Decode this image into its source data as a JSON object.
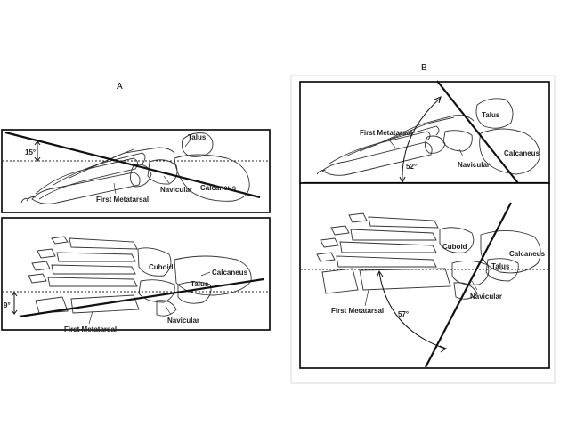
{
  "panels": {
    "a": {
      "letter": "A",
      "lateral": {
        "angle": "15°",
        "labels": {
          "talus": "Talus",
          "calcaneus": "Calcaneus",
          "navicular": "Navicular",
          "first_metatarsal": "First Metatarsal"
        }
      },
      "dorsal": {
        "angle": "9°",
        "labels": {
          "cuboid": "Cuboid",
          "calcaneus": "Calcaneus",
          "talus": "Talus",
          "navicular": "Navicular",
          "first_metatarsal": "First Metatarsal"
        }
      }
    },
    "b": {
      "letter": "B",
      "lateral": {
        "angle": "52°",
        "labels": {
          "first_metatarsal": "First Metatarsal",
          "talus": "Talus",
          "calcaneus": "Calcaneus",
          "navicular": "Navicular"
        }
      },
      "dorsal": {
        "angle": "57°",
        "labels": {
          "cuboid": "Cuboid",
          "calcaneus": "Calcaneus",
          "talus": "Talus",
          "navicular": "Navicular",
          "first_metatarsal": "First Metatarsal"
        }
      }
    }
  }
}
